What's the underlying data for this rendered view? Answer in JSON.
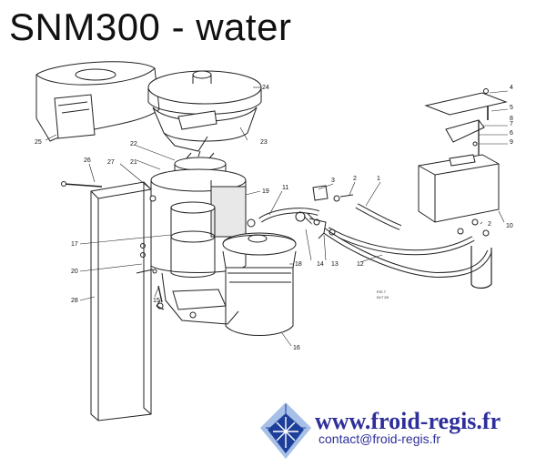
{
  "title": "SNM300 - water",
  "parts": [
    "1",
    "2",
    "2",
    "3",
    "4",
    "5",
    "6",
    "7",
    "8",
    "9",
    "10",
    "11",
    "12",
    "13",
    "14",
    "15",
    "16",
    "17",
    "18",
    "19",
    "20",
    "21",
    "22",
    "23",
    "24",
    "25",
    "26",
    "27",
    "28"
  ],
  "drawing_ref": "FIG 7",
  "drawing_code": "DLT 28",
  "website": "www.froid-regis.fr",
  "contact": "contact@froid-regis.fr",
  "colors": {
    "line": "#222222",
    "brand": "#2e2f9b",
    "logo_light": "#a7c0e8",
    "logo_dark": "#1d3f9a"
  }
}
